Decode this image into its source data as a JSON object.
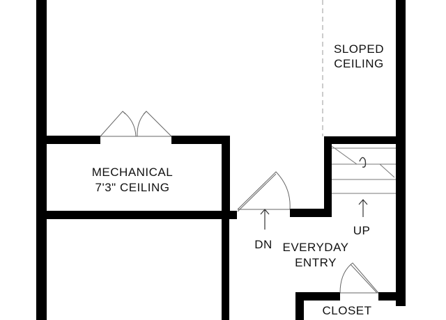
{
  "rooms": {
    "sloped_ceiling": {
      "line1": "SLOPED",
      "line2": "CEILING"
    },
    "mechanical": {
      "line1": "MECHANICAL",
      "line2": "7'3\" CEILING"
    },
    "everyday_entry": {
      "line1": "EVERYDAY",
      "line2": "ENTRY"
    },
    "closet": {
      "name": "CLOSET"
    }
  },
  "stairs": {
    "down_label": "DN",
    "up_label": "UP"
  },
  "colors": {
    "wall": "#000000",
    "thin_line": "#555555",
    "dashed_line": "#999999",
    "background": "#ffffff"
  }
}
